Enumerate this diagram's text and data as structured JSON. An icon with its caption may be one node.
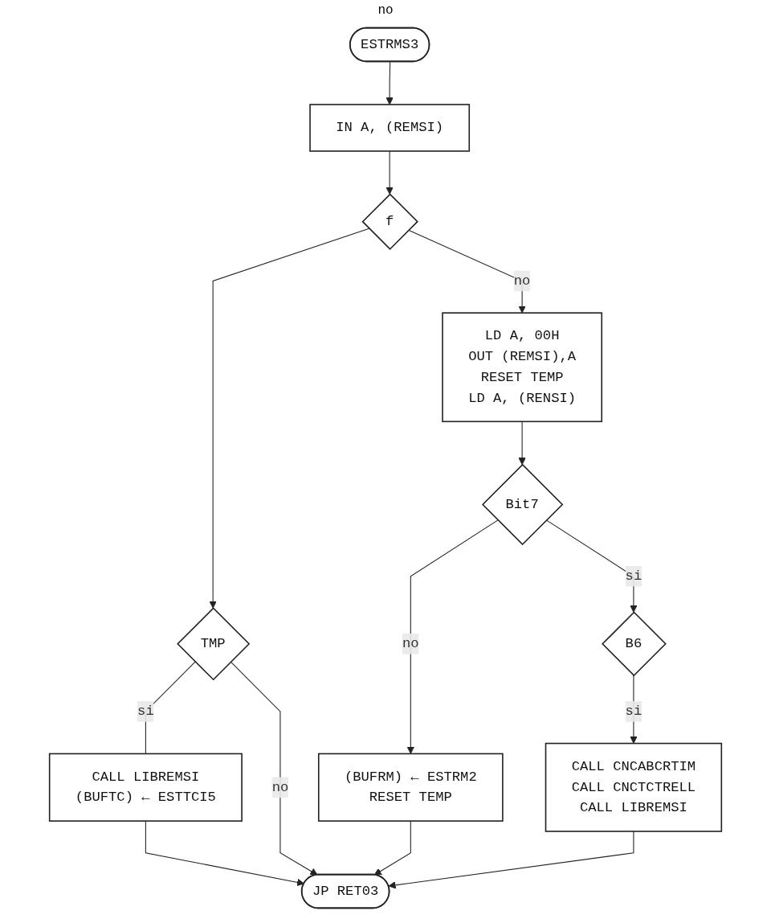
{
  "diagram": {
    "nodes": [
      {
        "text": [
          "ESTRMS3"
        ]
      },
      {
        "text": [
          "IN A, (REMSI)"
        ]
      },
      {
        "text": [
          "f"
        ]
      },
      {
        "text": [
          "TMP"
        ]
      },
      {
        "text": [
          "LD A, 00H",
          "OUT (REMSI),A",
          "RESET TEMP",
          "LD A, (RENSI)"
        ]
      },
      {
        "text": [
          "Bit7"
        ]
      },
      {
        "text": [
          "(BUFRM) ← ESTRM2",
          "RESET TEMP"
        ]
      },
      {
        "text": [
          "B6"
        ]
      },
      {
        "text": [
          "CALL CNCABCRTIM",
          "CALL CNCTCTRELL",
          "CALL LIBREMSI"
        ]
      },
      {
        "text": [
          "CALL LIBREMSI",
          "(BUFTC) ← ESTTCI5"
        ]
      },
      {
        "text": [
          "JP RET03"
        ]
      }
    ],
    "edges": [
      {
        "from": 0,
        "to": 1,
        "arrow": "to"
      },
      {
        "from": 1,
        "to": 2,
        "arrow": "to"
      },
      {
        "from": 2,
        "to": 3,
        "arrow": "to"
      },
      {
        "from": 2,
        "to": 4,
        "arrow": "to",
        "label": "no"
      },
      {
        "from": 3,
        "to": 9,
        "arrow": "none",
        "label": "si"
      },
      {
        "from": 3,
        "to": 10,
        "arrow": "to",
        "label": "no"
      },
      {
        "from": 4,
        "to": 5,
        "arrow": "to"
      },
      {
        "from": 5,
        "to": 6,
        "arrow": "to",
        "label": "no"
      },
      {
        "from": 5,
        "to": 7,
        "arrow": "to",
        "label": "si"
      },
      {
        "from": 7,
        "to": 8,
        "arrow": "to",
        "label": "si"
      },
      {
        "from": 6,
        "to": 10,
        "arrow": "to"
      },
      {
        "from": 8,
        "to": 10,
        "arrow": "to"
      },
      {
        "from": 9,
        "to": 10,
        "arrow": "to"
      }
    ],
    "labels": [
      "no"
    ]
  }
}
